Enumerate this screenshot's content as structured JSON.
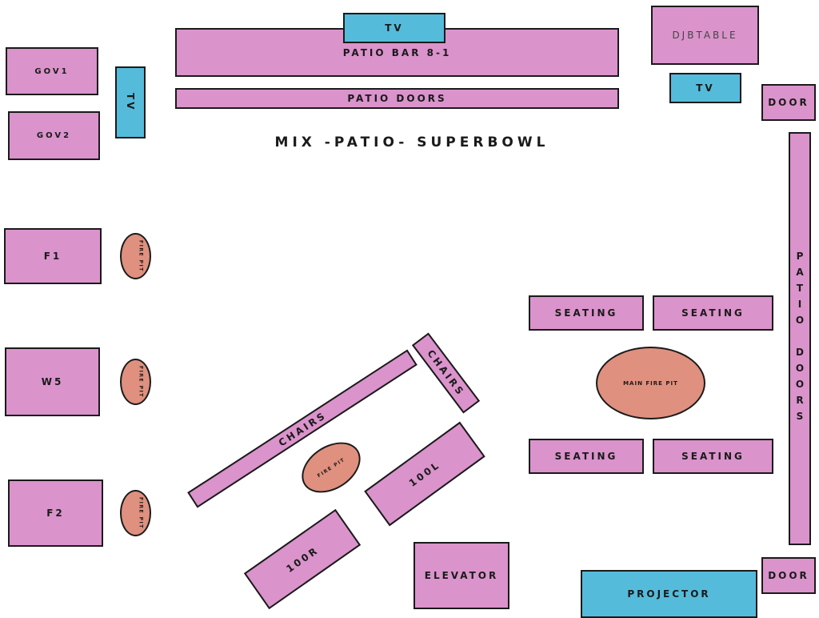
{
  "title": "MIX -PATIO- SUPERBOWL",
  "colors": {
    "table": "#da93cb",
    "tv": "#55bbdb",
    "fire_pit": "#df907e"
  },
  "areas": {
    "tv_top": "TV",
    "patio_bar": "PATIO BAR 8-1",
    "patio_doors_top": "PATIO DOORS",
    "dj_table": "DJBTABLE",
    "tv_right": "TV",
    "door_top": "DOOR",
    "patio_doors_right": "PATIO DOORS",
    "gov1": "GOV1",
    "gov2": "GOV2",
    "tv_left": "TV",
    "f1": "F1",
    "w5": "W5",
    "f2": "F2",
    "fire_pit_small": "FIRE PIT",
    "seating": "SEATING",
    "main_fire_pit": "MAIN FIRE PIT",
    "chairs": "CHAIRS",
    "fire_pit_center": "FIRE PIT",
    "l100": "100L",
    "r100": "100R",
    "elevator": "ELEVATOR",
    "door_bottom": "DOOR",
    "projector": "PROJECTOR"
  }
}
